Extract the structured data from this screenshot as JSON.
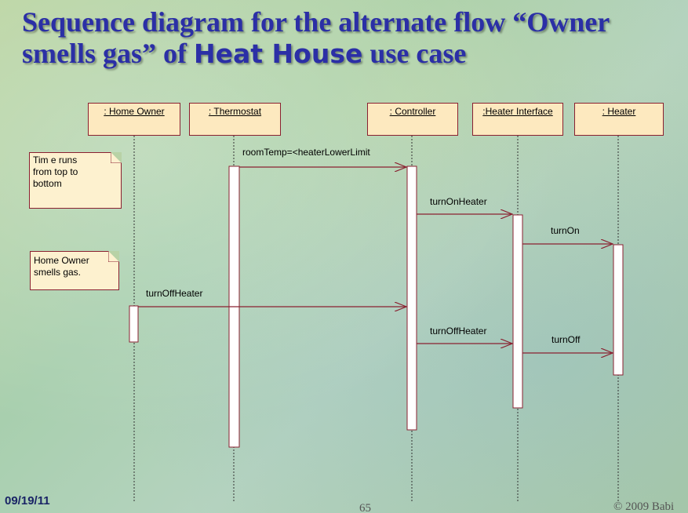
{
  "title": {
    "line1": "Sequence diagram for the alternate flow “Owner",
    "line2a": "smells gas” of ",
    "line2b": "Heat House",
    "line2c": " use case"
  },
  "objects": [
    ": Home Owner",
    ": Thermostat",
    ": Controller",
    ":Heater Interface",
    ": Heater"
  ],
  "notes": {
    "time": [
      "Tim e runs",
      "from  top to",
      "bottom"
    ],
    "owner": [
      "Home Owner",
      "smells gas."
    ]
  },
  "messages": [
    "roomTemp=<heaterLowerLimit",
    "turnOnHeater",
    "turnOn",
    "turnOffHeater",
    "turnOffHeater",
    "turnOff"
  ],
  "footer": {
    "date": "09/19/11",
    "page": "65",
    "copyright": "© 2009 Babi"
  },
  "colors": {
    "title": "#2b2fa6",
    "line": "#8a2030",
    "box_fill": "#fde9bf",
    "arrow_down": "#e01010"
  }
}
